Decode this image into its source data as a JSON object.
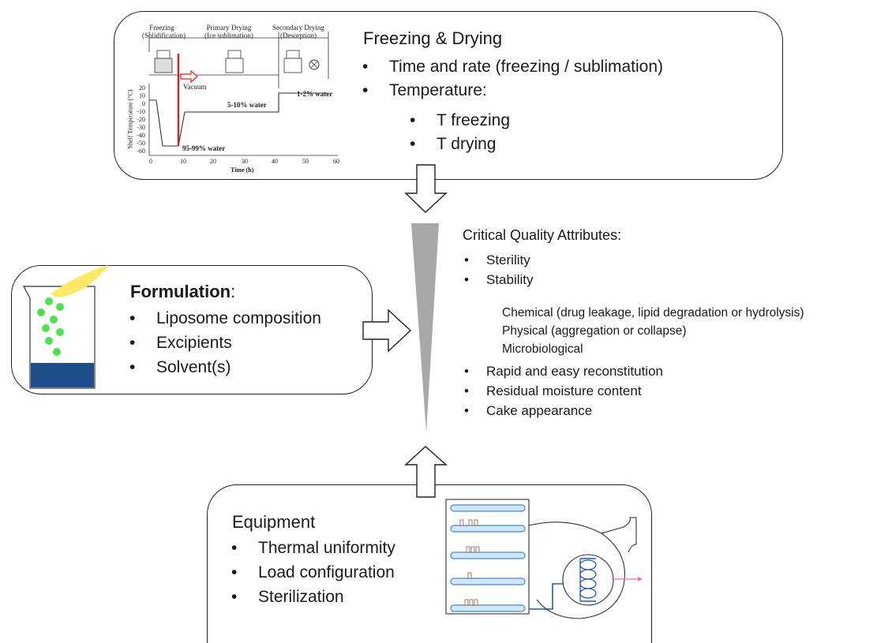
{
  "freezing_drying": {
    "title": "Freezing & Drying",
    "items": [
      "Time and rate (freezing / sublimation)",
      "Temperature:"
    ],
    "subitems": [
      "T freezing",
      "T drying"
    ],
    "graph": {
      "phase_labels": [
        {
          "line1": "Freezing",
          "line2": "(Solidification)"
        },
        {
          "line1": "Primary Drying",
          "line2": "(Ice sublimation)"
        },
        {
          "line1": "Secondary Drying",
          "line2": "(Desorption)"
        }
      ],
      "vacuum_label": "Vacuum",
      "water_labels": [
        "95-99% water",
        "5-10% water",
        "1-2% water"
      ],
      "y_axis_label": "Shelf Temperature (°C)",
      "x_axis_label": "Time (h)",
      "y_ticks": [
        "20",
        "10",
        "0",
        "-10",
        "-20",
        "-30",
        "-40",
        "-50",
        "-60"
      ],
      "x_ticks": [
        "0",
        "10",
        "20",
        "30",
        "40",
        "50",
        "60"
      ]
    }
  },
  "formulation": {
    "title_bold": "Formulation",
    "title_suffix": ":",
    "items": [
      "Liposome composition",
      "Excipients",
      "Solvent(s)"
    ]
  },
  "cqa": {
    "title": "Critical Quality Attributes:",
    "items_top": [
      "Sterility",
      "Stability"
    ],
    "stability_sub": [
      "Chemical (drug leakage, lipid degradation or hydrolysis)",
      "Physical (aggregation or collapse)",
      "Microbiological"
    ],
    "items_bottom": [
      "Rapid and easy reconstitution",
      "Residual moisture content",
      "Cake appearance"
    ]
  },
  "equipment": {
    "title": "Equipment",
    "items": [
      "Thermal uniformity",
      "Load configuration",
      "Sterilization"
    ]
  },
  "colors": {
    "outline": "#222222",
    "funnel": "#a8a8a8",
    "phase_line": "#e02020",
    "solvent": "#1f4e8c",
    "particles": "#4fe04f",
    "lemon": "#ffe866",
    "shelf": "#cfe8ff",
    "shelf_edge": "#4a88c8",
    "condenser": "#1f5fa8",
    "exhaust": "#ff66cc"
  },
  "icons": [
    "freeze-dryer-vial-icon",
    "fan-icon",
    "beaker-icon",
    "lyophilizer-icon",
    "arrow-down-icon",
    "arrow-right-icon",
    "arrow-up-icon"
  ]
}
